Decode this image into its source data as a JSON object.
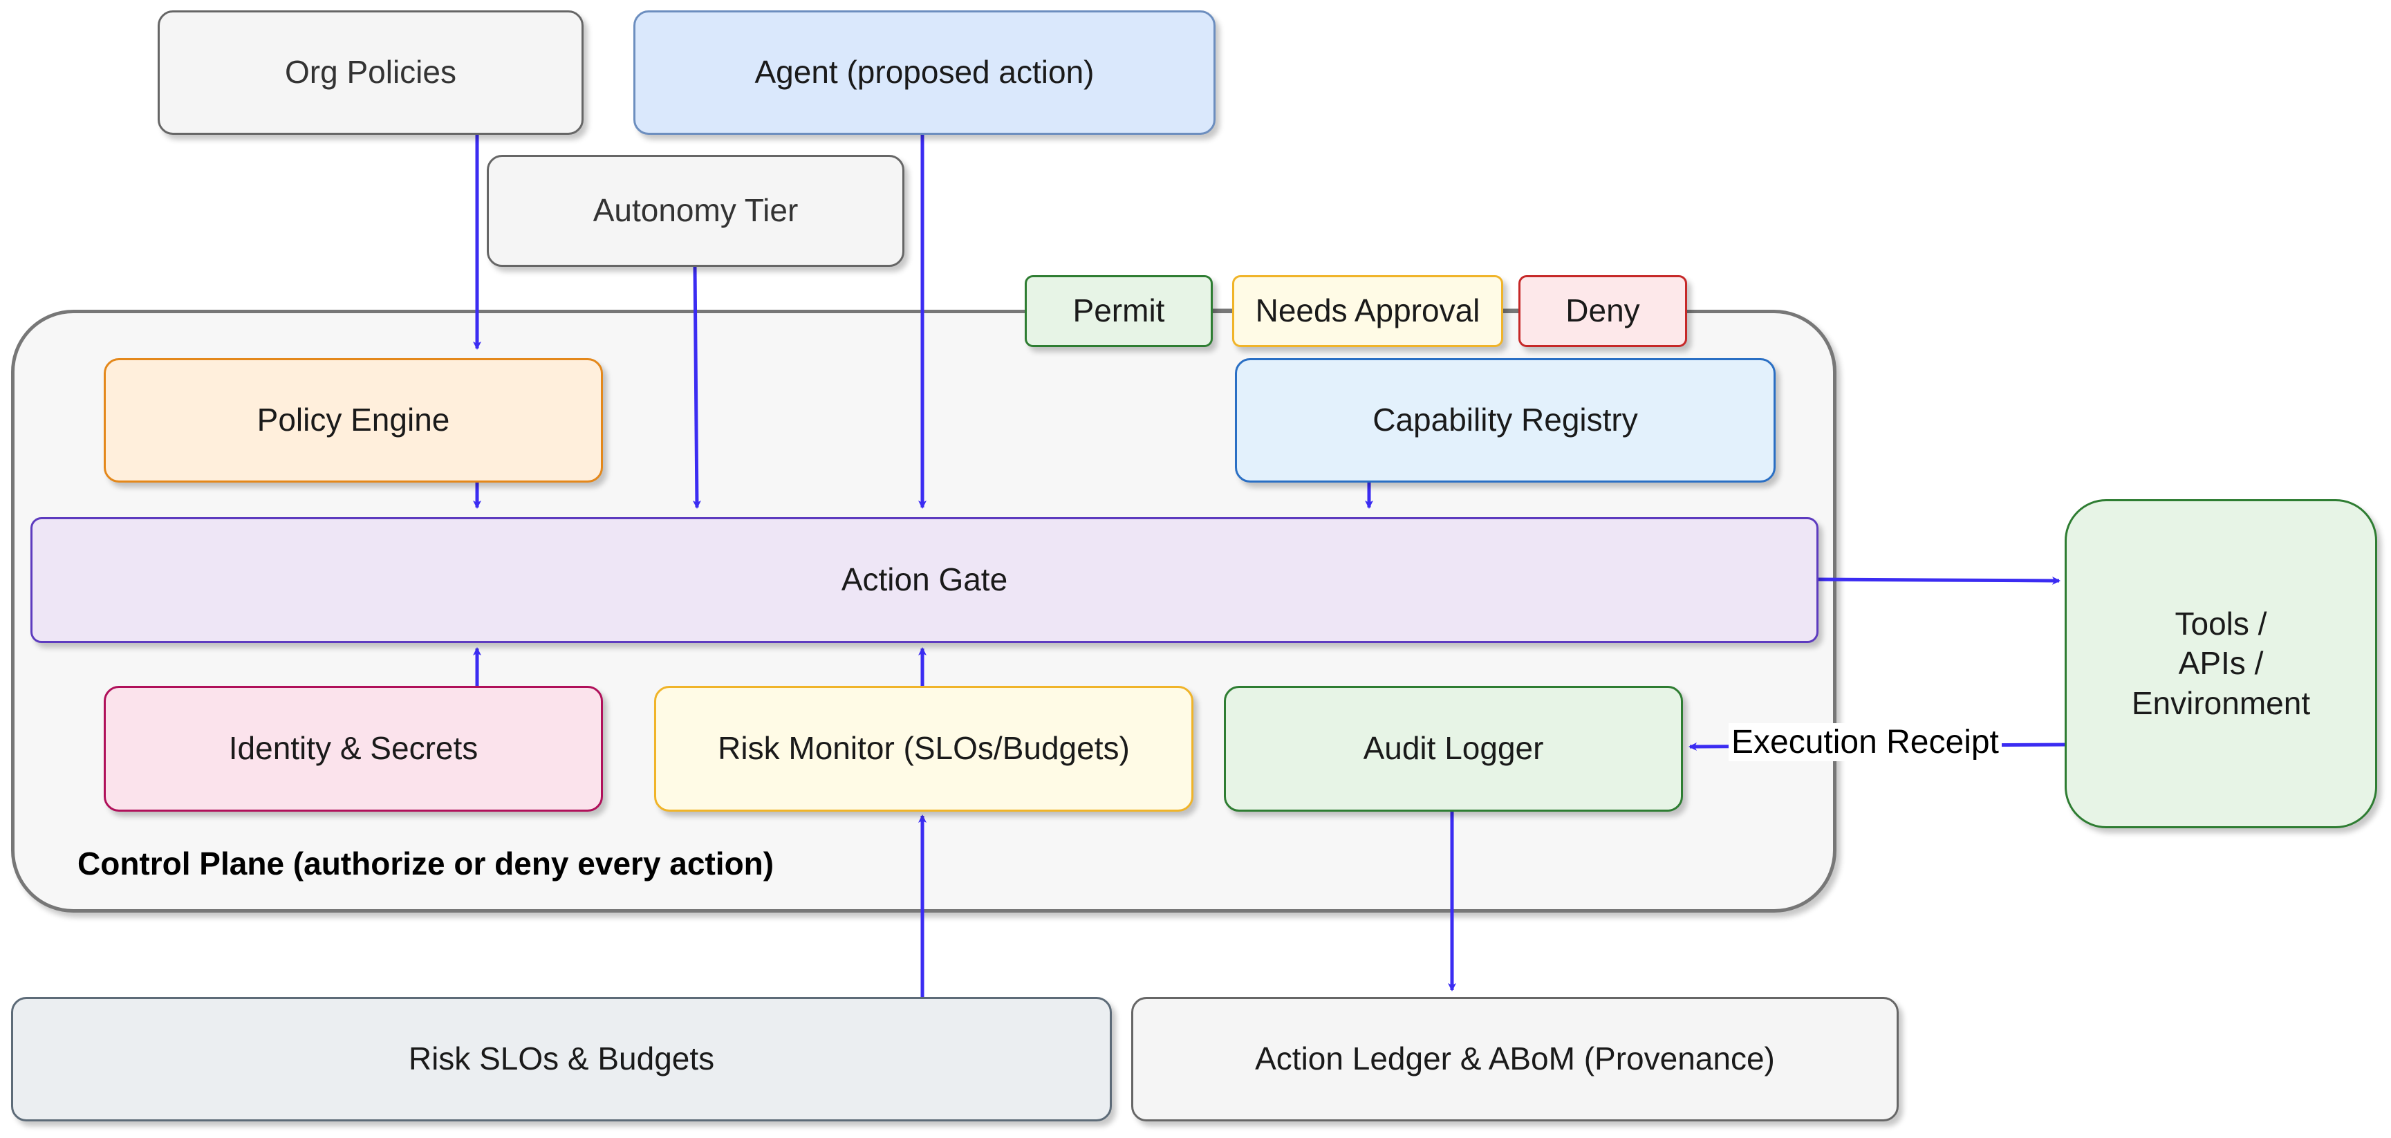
{
  "diagram": {
    "control_plane_label": "Control Plane (authorize or deny every action)",
    "nodes": {
      "org_policies": "Org Policies",
      "agent": "Agent (proposed action)",
      "autonomy_tier": "Autonomy Tier",
      "permit": "Permit",
      "needs_approval": "Needs Approval",
      "deny": "Deny",
      "policy_engine": "Policy Engine",
      "capability_registry": "Capability Registry",
      "action_gate": "Action Gate",
      "identity_secrets": "Identity & Secrets",
      "risk_monitor": "Risk Monitor (SLOs/Budgets)",
      "audit_logger": "Audit Logger",
      "tools_line1": "Tools /",
      "tools_line2": "APIs /",
      "tools_line3": "Environment",
      "risk_slos": "Risk SLOs & Budgets",
      "action_ledger": "Action Ledger & ABoM (Provenance)"
    },
    "edge_labels": {
      "execution_receipt": "Execution Receipt"
    },
    "colors": {
      "arrow": "#3b2cf2",
      "plane_border": "#777777"
    }
  }
}
